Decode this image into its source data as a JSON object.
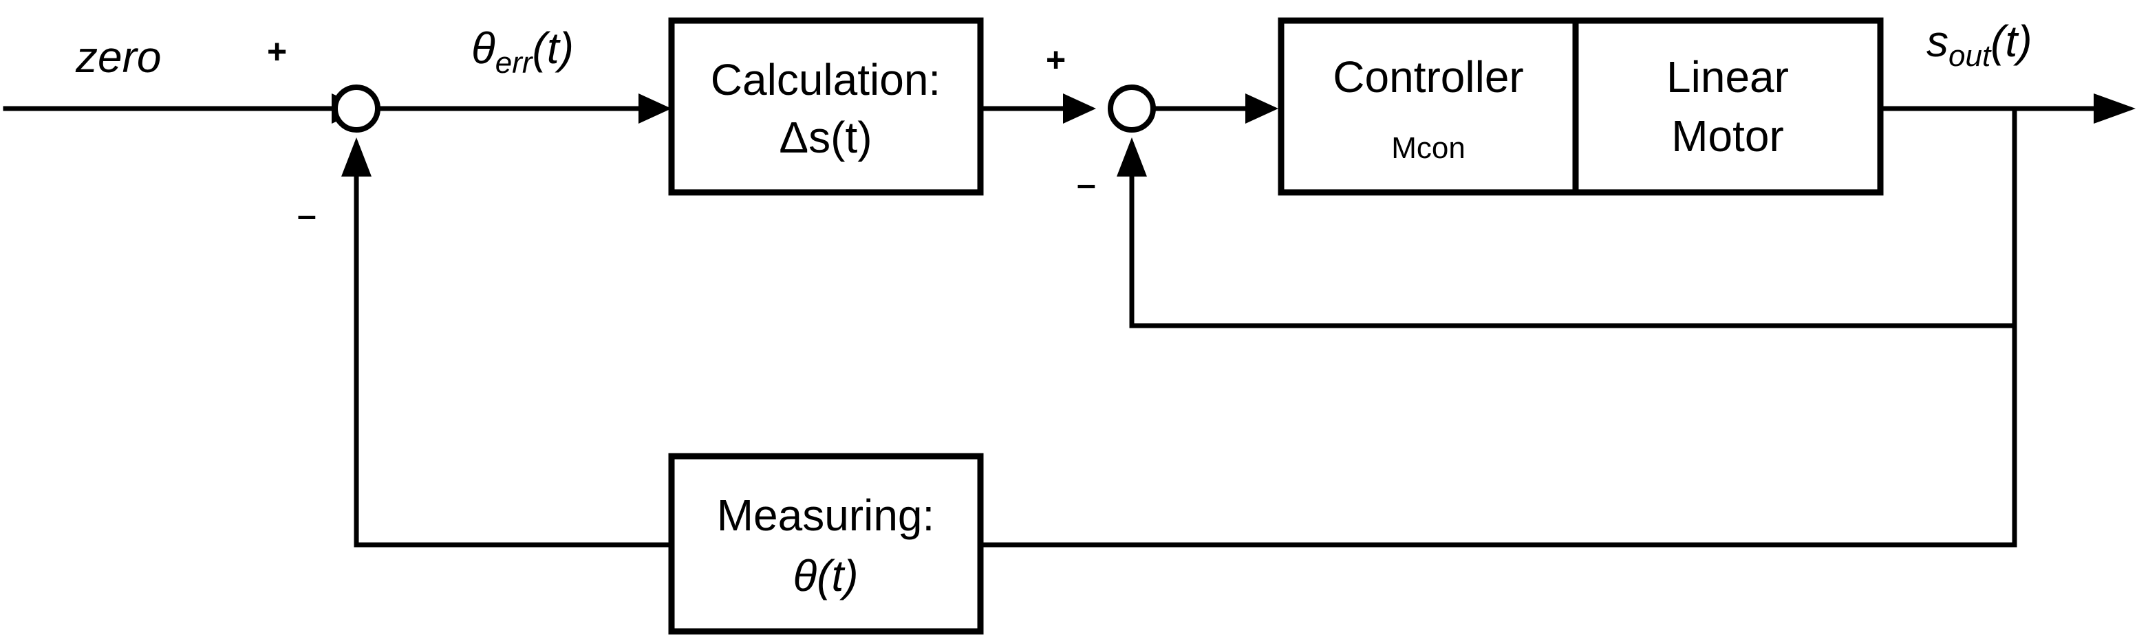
{
  "signals": {
    "input": "zero",
    "error": {
      "base": "θ",
      "sub": "err",
      "arg": "(t)"
    },
    "output": {
      "base": "s",
      "sub": "out",
      "arg": "(t)"
    }
  },
  "signs": {
    "outer_plus": "+",
    "outer_minus": "–",
    "inner_plus": "+",
    "inner_minus": "–"
  },
  "blocks": {
    "calculation": {
      "line1": "Calculation:",
      "line2": "Δs(t)"
    },
    "controller": {
      "line1": "Controller",
      "line2": "Mcon"
    },
    "motor": {
      "line1": "Linear",
      "line2": "Motor"
    },
    "measuring": {
      "line1": "Measuring:",
      "line2": "θ(t)"
    }
  }
}
